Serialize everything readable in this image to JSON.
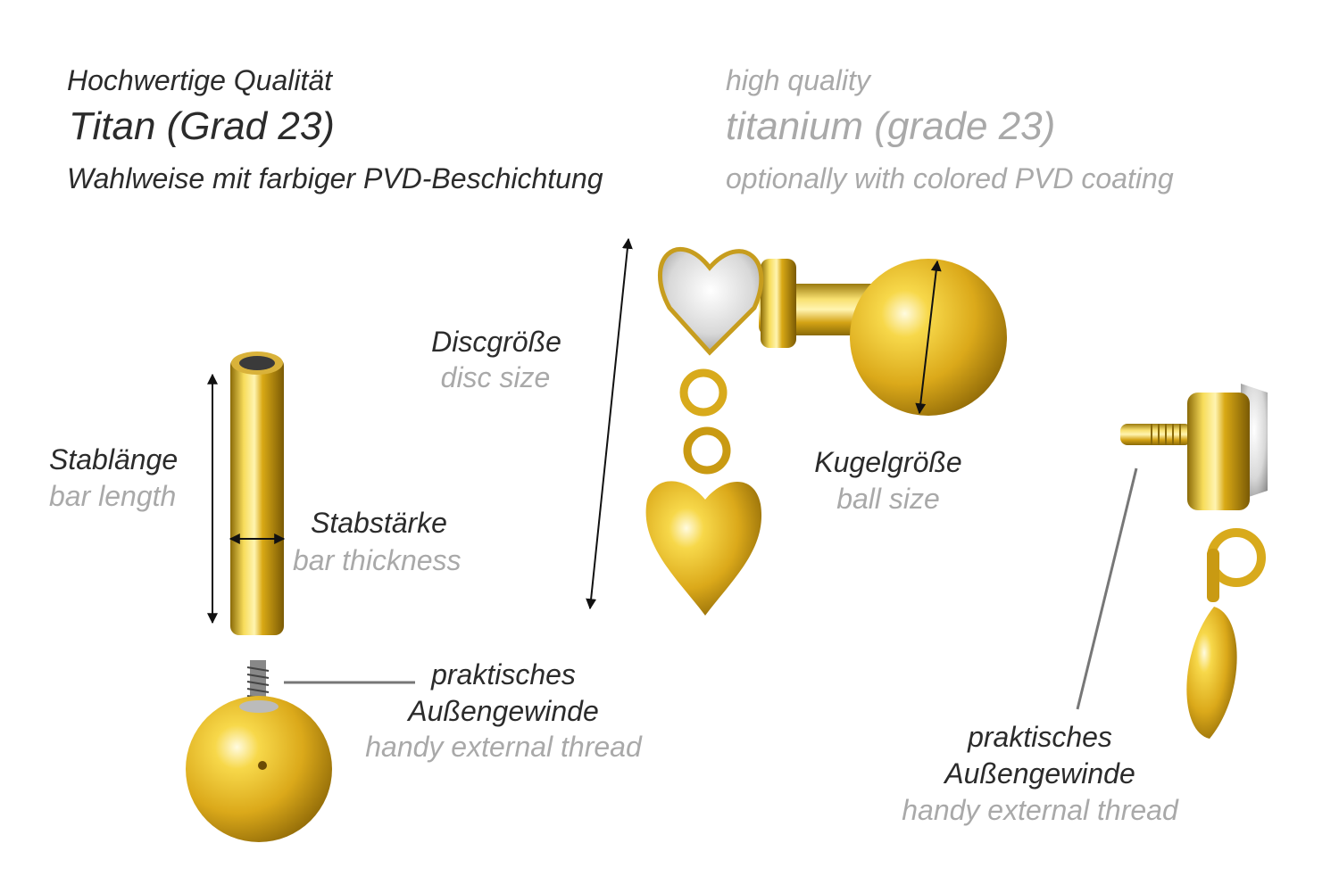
{
  "header": {
    "de": {
      "quality": "Hochwertige Qualität",
      "material": "Titan (Grad 23)",
      "coating": "Wahlweise mit farbiger PVD-Beschichtung"
    },
    "en": {
      "quality": "high quality",
      "material": "titanium (grade 23)",
      "coating": "optionally with colored PVD coating"
    }
  },
  "labels": {
    "disc_size": {
      "de": "Discgröße",
      "en": "disc size"
    },
    "bar_length": {
      "de": "Stablänge",
      "en": "bar length"
    },
    "bar_thickness": {
      "de": "Stabstärke",
      "en": "bar thickness"
    },
    "ball_size": {
      "de": "Kugelgröße",
      "en": "ball size"
    },
    "thread_left": {
      "de1": "praktisches",
      "de2": "Außengewinde",
      "en": "handy external thread"
    },
    "thread_right": {
      "de1": "praktisches",
      "de2": "Außengewinde",
      "en": "handy external thread"
    }
  },
  "colors": {
    "text_de": "#2b2b2b",
    "text_en": "#a9a9a9",
    "gold": "#e2b526"
  }
}
